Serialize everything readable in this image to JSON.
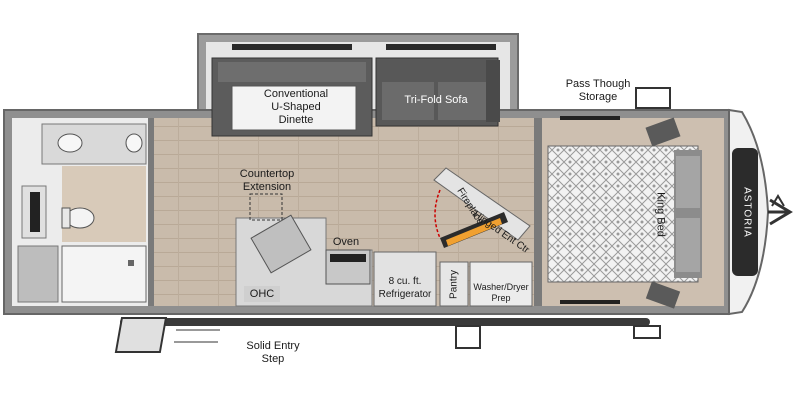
{
  "brand": {
    "name": "ASTORIA"
  },
  "labels": {
    "dinette": [
      "Conventional",
      "U-Shaped",
      "Dinette"
    ],
    "sofa": "Tri-Fold Sofa",
    "storage": [
      "Pass Though",
      "Storage"
    ],
    "countertop": [
      "Countertop",
      "Extension"
    ],
    "oven": "Oven",
    "fireplace": "Fireplace",
    "tv": "Hinged Ent Ctr",
    "refrigerator": [
      "8 cu. ft.",
      "Refrigerator"
    ],
    "king_bed": "King Bed",
    "ohc": "OHC",
    "pantry": "Pantry",
    "washer": [
      "Washer/Dryer",
      "Prep"
    ],
    "entry_step": [
      "Solid Entry",
      "Step"
    ]
  },
  "colors": {
    "wall": "#8a8a8a",
    "wall_dark": "#6b6b6b",
    "floor": "#c7b8a8",
    "floor_dark": "#b8a796",
    "sofa": "#5a5a5a",
    "counter": "#d8d8d8",
    "bath_floor": "#d4c7b8",
    "brand_panel": "#2b2b2b"
  }
}
